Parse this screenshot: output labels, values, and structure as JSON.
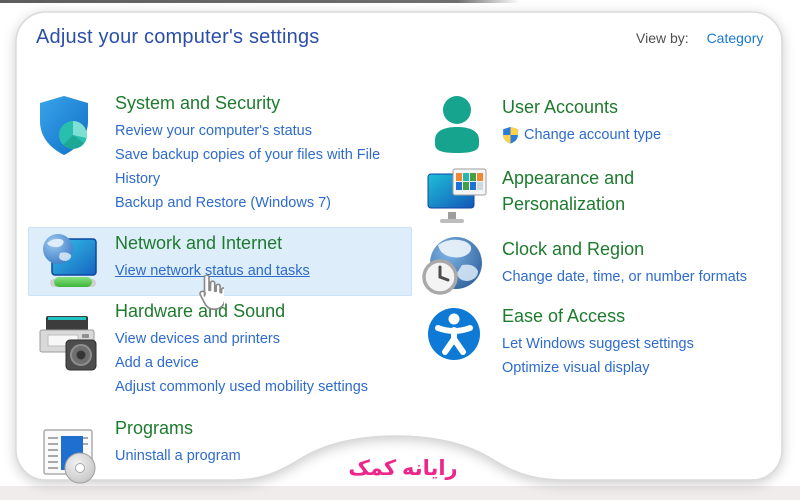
{
  "header": {
    "title": "Adjust your computer's settings",
    "view_by_label": "View by:",
    "view_by_value": "Category"
  },
  "categories": [
    {
      "id": "system-and-security",
      "title": "System and Security",
      "icon": "security-shield-icon",
      "links": [
        "Review your computer's status",
        "Save backup copies of your files with File History",
        "Backup and Restore (Windows 7)"
      ]
    },
    {
      "id": "network-and-internet",
      "title": "Network and Internet",
      "icon": "network-monitor-icon",
      "highlighted": true,
      "links": [
        "View network status and tasks"
      ]
    },
    {
      "id": "hardware-and-sound",
      "title": "Hardware and Sound",
      "icon": "printer-speaker-icon",
      "links": [
        "View devices and printers",
        "Add a device",
        "Adjust commonly used mobility settings"
      ]
    },
    {
      "id": "programs",
      "title": "Programs",
      "icon": "programs-disc-icon",
      "links": [
        "Uninstall a program"
      ]
    },
    {
      "id": "user-accounts",
      "title": "User Accounts",
      "icon": "user-silhouette-icon",
      "links": [
        "Change account type"
      ],
      "link_has_uac_shield": true
    },
    {
      "id": "appearance-and-personalization",
      "title": "Appearance and Personalization",
      "icon": "display-palette-icon",
      "links": []
    },
    {
      "id": "clock-and-region",
      "title": "Clock and Region",
      "icon": "globe-clock-icon",
      "links": [
        "Change date, time, or number formats"
      ]
    },
    {
      "id": "ease-of-access",
      "title": "Ease of Access",
      "icon": "accessibility-icon",
      "links": [
        "Let Windows suggest settings",
        "Optimize visual display"
      ]
    }
  ],
  "watermark": {
    "text": "رایانه کمک"
  },
  "colors": {
    "title_blue": "#2b4fa8",
    "heading_green": "#1e7b2e",
    "link_blue": "#2e6bcd",
    "category_link_blue": "#1879d3",
    "hover_highlight": "#ddedfa",
    "watermark_pink": "#ec268b",
    "background_strip": "#efeceb"
  }
}
